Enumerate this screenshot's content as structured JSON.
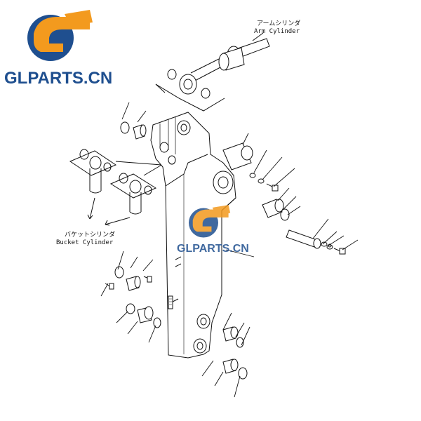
{
  "watermark": {
    "text": "GLPARTS.CN",
    "brand_color": "#F39A1E",
    "text_color": "#1F4F8F"
  },
  "labels": {
    "arm_cylinder_jp": "アームシリンダ",
    "arm_cylinder_en": "Arm Cylinder",
    "bucket_cylinder_jp": "バケットシリンダ",
    "bucket_cylinder_en": "Bucket Cylinder"
  },
  "colors": {
    "line": "#111111",
    "paper": "#ffffff"
  }
}
